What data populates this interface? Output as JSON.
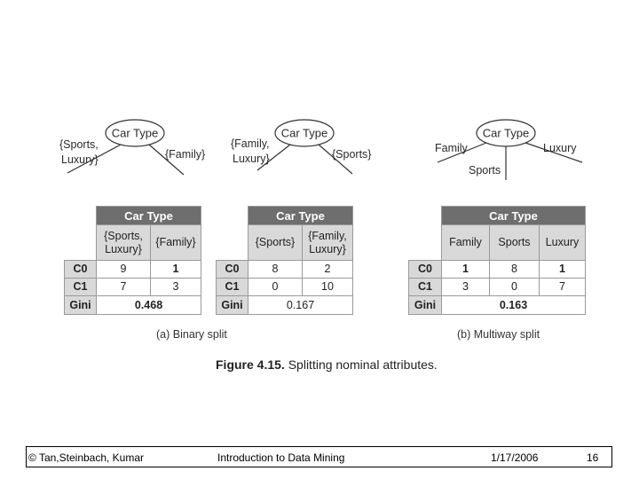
{
  "panels": [
    {
      "root": "Car Type",
      "left_branch": [
        "{Sports,",
        "Luxury}"
      ],
      "right_branch": [
        "{Family}"
      ],
      "table": {
        "header": "Car Type",
        "columns": [
          [
            "{Sports,",
            "Luxury}"
          ],
          [
            "{Family}"
          ]
        ],
        "rows": [
          {
            "label": "C0",
            "values": [
              "9",
              "1"
            ]
          },
          {
            "label": "C1",
            "values": [
              "7",
              "3"
            ]
          }
        ],
        "gini_label": "Gini",
        "gini": "0.468"
      },
      "caption": "(a) Binary split"
    },
    {
      "root": "Car Type",
      "left_branch": [
        "{Family,",
        "Luxury}"
      ],
      "right_branch": [
        "{Sports}"
      ],
      "table": {
        "header": "Car Type",
        "columns": [
          [
            "{Sports}"
          ],
          [
            "{Family,",
            "Luxury}"
          ]
        ],
        "rows": [
          {
            "label": "C0",
            "values": [
              "8",
              "2"
            ]
          },
          {
            "label": "C1",
            "values": [
              "0",
              "10"
            ]
          }
        ],
        "gini_label": "Gini",
        "gini": "0.167"
      }
    },
    {
      "root": "Car Type",
      "branches": [
        "Family",
        "Sports",
        "Luxury"
      ],
      "table": {
        "header": "Car Type",
        "columns": [
          "Family",
          "Sports",
          "Luxury"
        ],
        "rows": [
          {
            "label": "C0",
            "values": [
              "1",
              "8",
              "1"
            ]
          },
          {
            "label": "C1",
            "values": [
              "3",
              "0",
              "7"
            ]
          }
        ],
        "gini_label": "Gini",
        "gini": "0.163"
      },
      "caption": "(b) Multiway split"
    }
  ],
  "figure": {
    "number": "Figure 4.15.",
    "title": "Splitting nominal attributes."
  },
  "footer": {
    "authors": "© Tan,Steinbach, Kumar",
    "course": "Introduction to Data Mining",
    "date": "1/17/2006",
    "page": "16"
  }
}
